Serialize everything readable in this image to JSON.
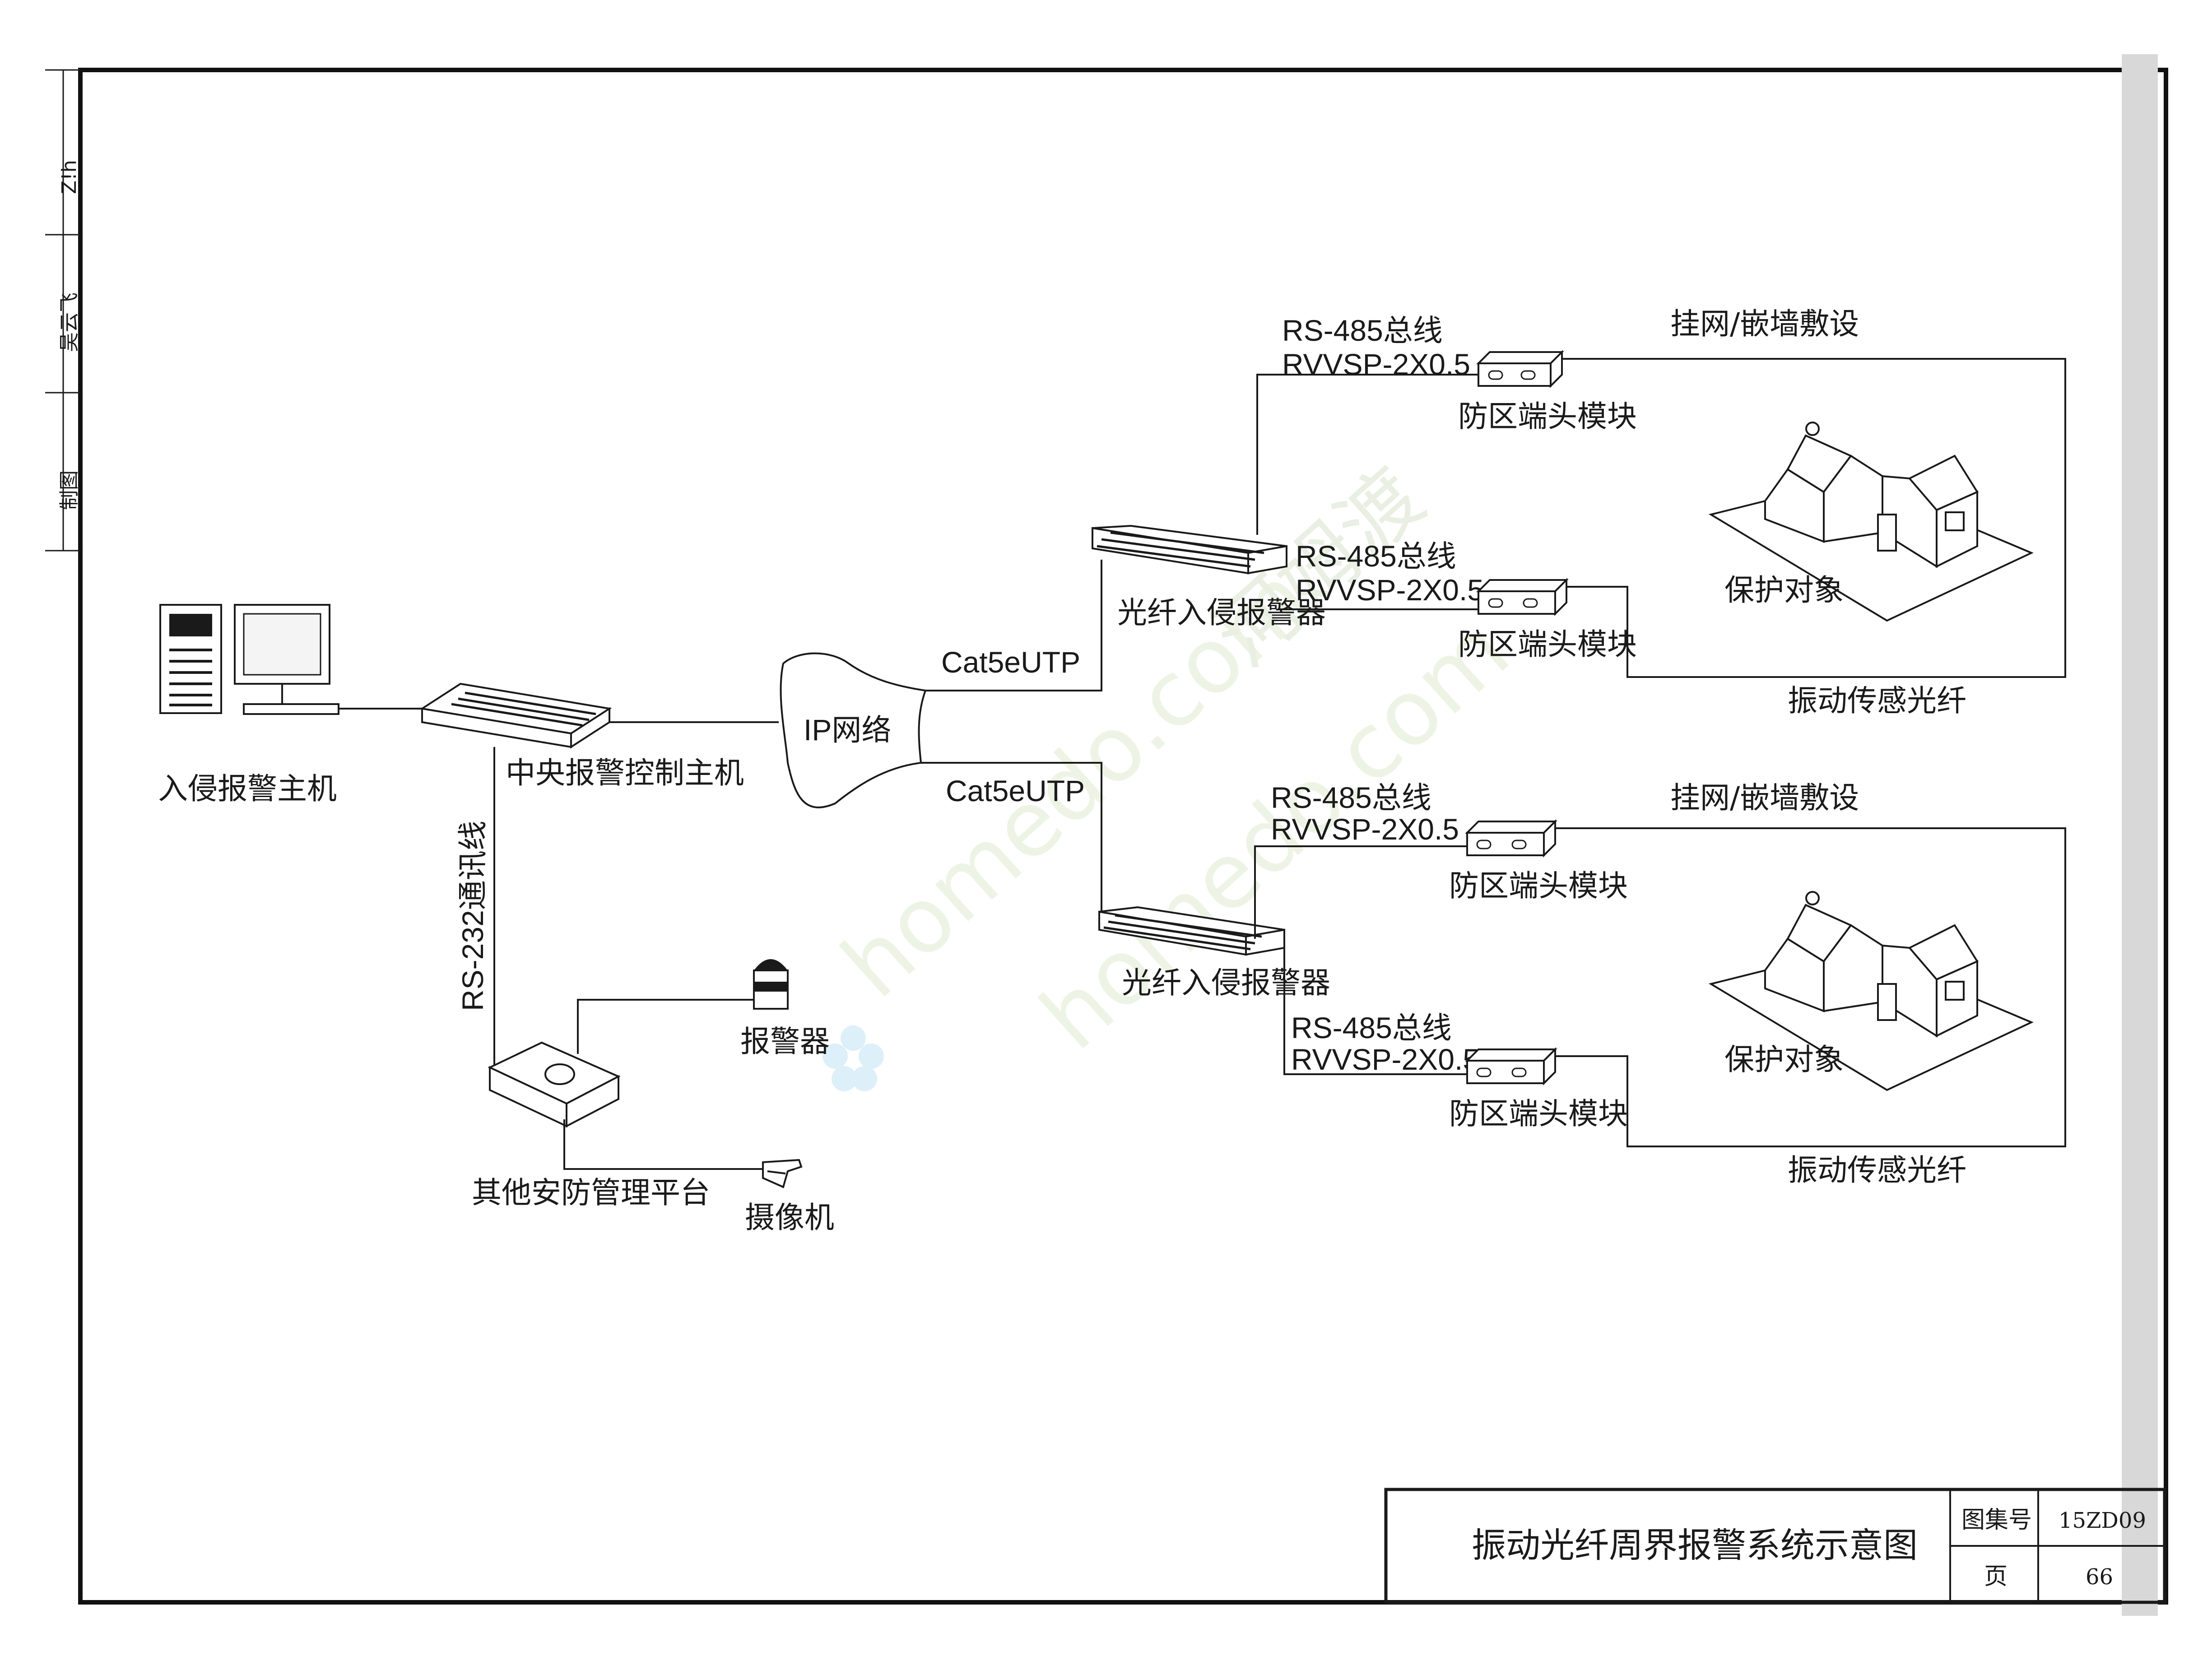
{
  "title_block": {
    "drawing_title": "振动光纤周界报警系统示意图",
    "atlas_label": "图集号",
    "atlas_number": "15ZD09",
    "page_label": "页",
    "page_number": "66"
  },
  "side_strip": {
    "label_1": "制图",
    "name_1": "吴云飞",
    "signature": "Z!h"
  },
  "nodes": {
    "host": "入侵报警主机",
    "central": "中央报警控制主机",
    "ip_network": "IP网络",
    "detector_top": "光纤入侵报警器",
    "detector_bottom": "光纤入侵报警器",
    "alarm": "报警器",
    "camera": "摄像机",
    "platform": "其他安防管理平台",
    "zone_module": "防区端头模块",
    "protected_object": "保护对象",
    "fiber": "振动传感光纤",
    "mounting": "挂网/嵌墙敷设"
  },
  "links": {
    "rs232": "RS-232通讯线",
    "cat5e": "Cat5eUTP",
    "rs485_line1": "RS-485总线",
    "rs485_line2": "RVVSP-2X0.5"
  },
  "watermark": {
    "text": "homedo.com",
    "cn": "河姆渡"
  }
}
